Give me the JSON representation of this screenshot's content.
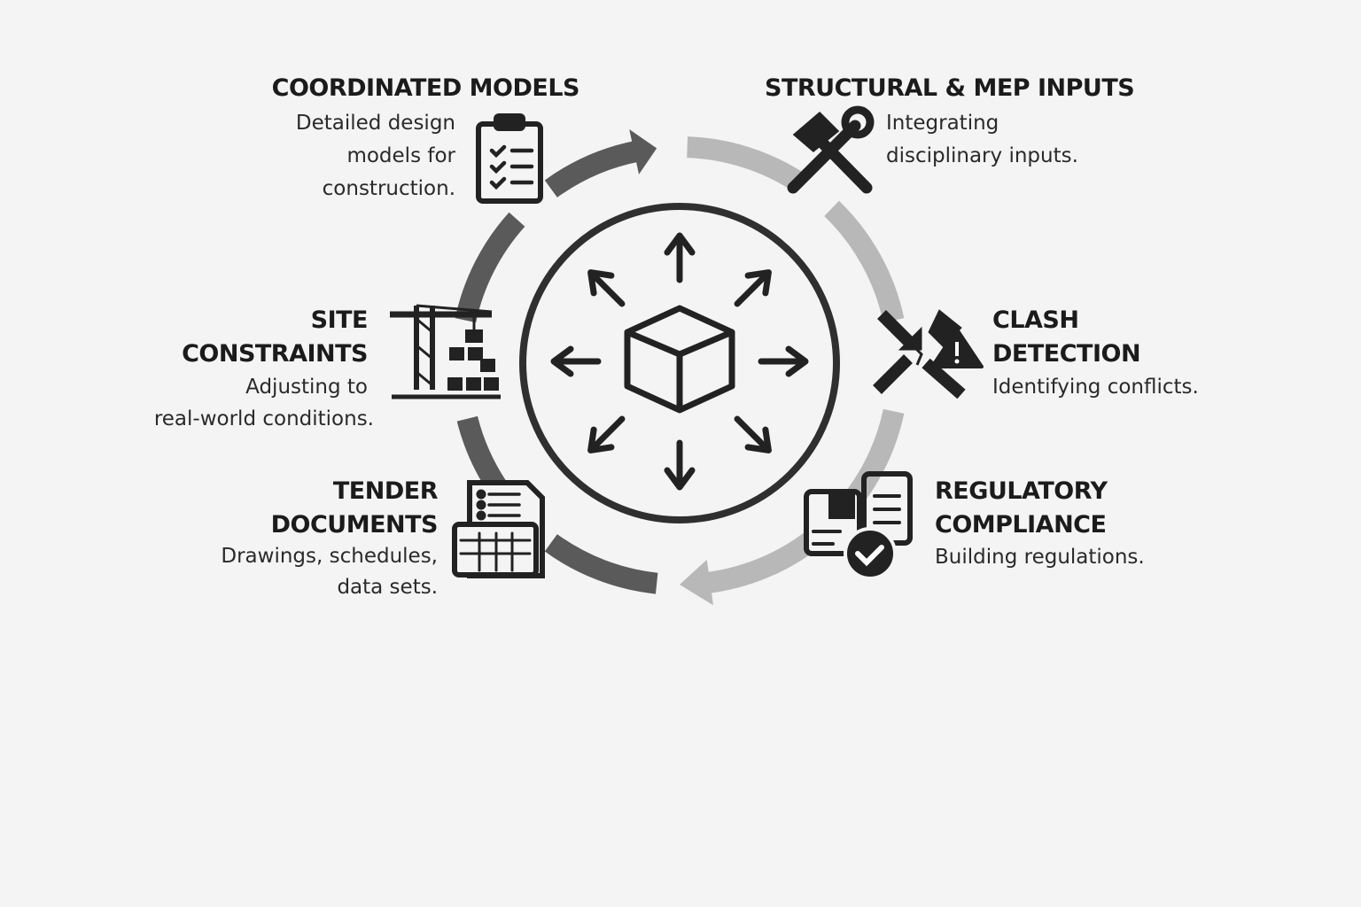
{
  "colors": {
    "dark": "#5a5a5a",
    "light": "#b8b8b8",
    "ink": "#2b2b2b"
  },
  "center": {
    "icon": "cube-icon",
    "arrows": "expand-arrows-icon"
  },
  "nodes": [
    {
      "id": "coordinated-models",
      "title": "COORDINATED MODELS",
      "desc": [
        "Detailed design",
        "models for",
        "construction."
      ],
      "icon": "clipboard-checklist-icon"
    },
    {
      "id": "structural-mep",
      "title": "STRUCTURAL & MEP INPUTS",
      "desc": [
        "Integrating",
        "disciplinary inputs."
      ],
      "icon": "hammer-wrench-icon"
    },
    {
      "id": "clash-detection",
      "title": [
        "CLASH",
        "DETECTION"
      ],
      "desc": [
        "Identifying conflicts."
      ],
      "icon": "clash-warning-icon"
    },
    {
      "id": "regulatory-compliance",
      "title": [
        "REGULATORY",
        "COMPLIANCE"
      ],
      "desc": [
        "Building regulations."
      ],
      "icon": "documents-check-icon"
    },
    {
      "id": "tender-documents",
      "title": [
        "TENDER",
        "DOCUMENTS"
      ],
      "desc": [
        "Drawings, schedules,",
        "data sets."
      ],
      "icon": "document-spreadsheet-icon"
    },
    {
      "id": "site-constraints",
      "title": [
        "SITE",
        "CONSTRAINTS"
      ],
      "desc": [
        "Adjusting to",
        "real-world conditions."
      ],
      "icon": "crane-icon"
    }
  ]
}
